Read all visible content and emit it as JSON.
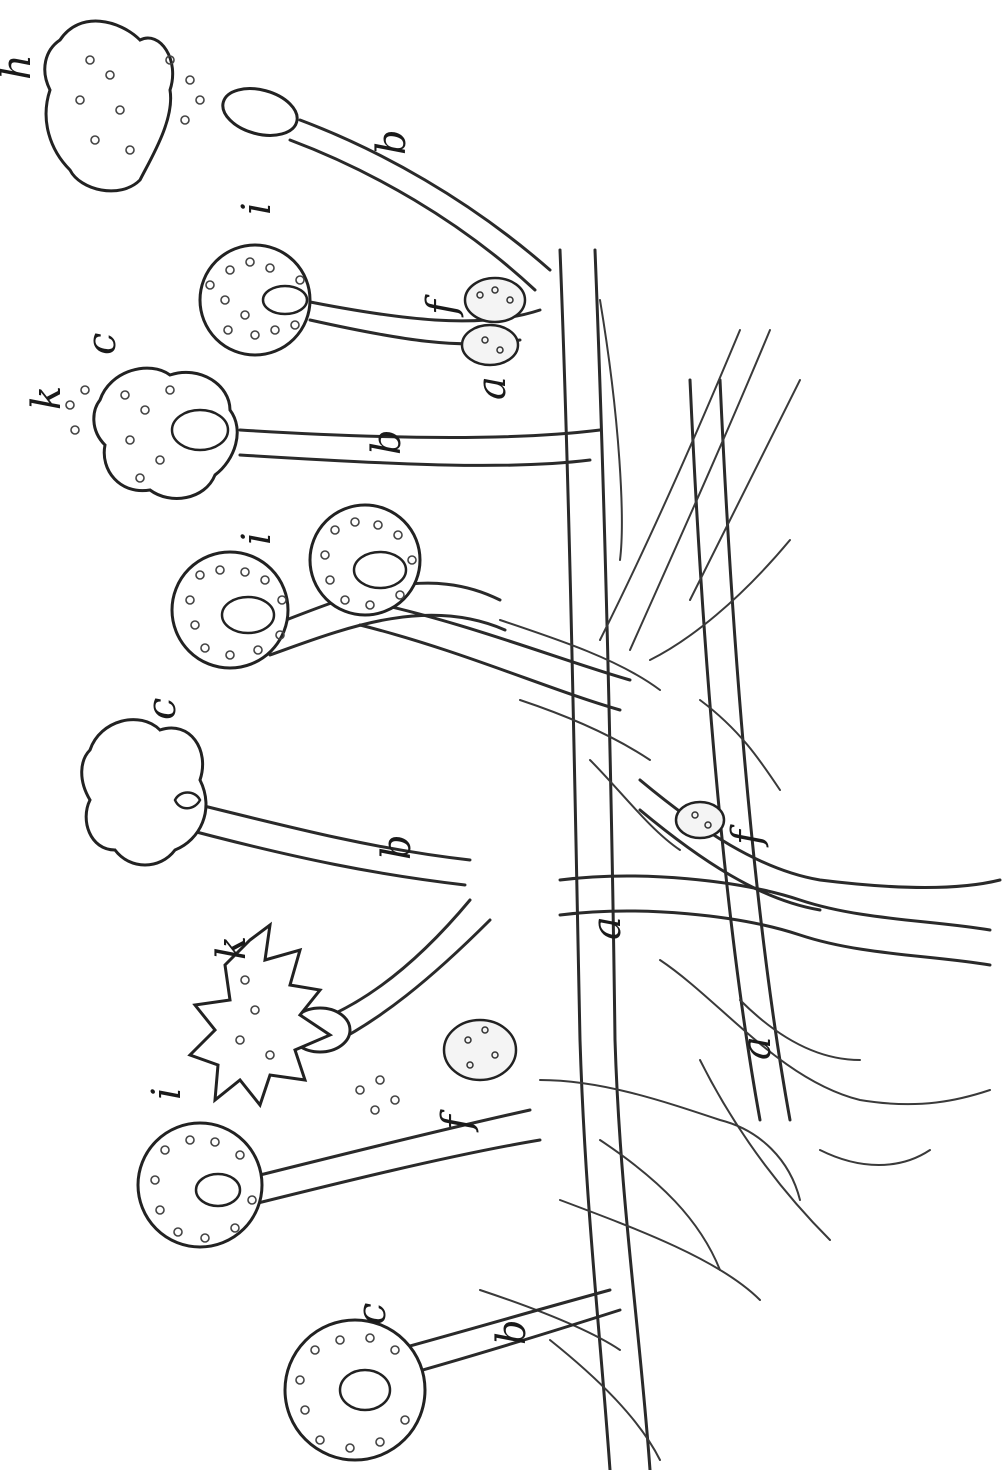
{
  "figure": {
    "labels": [
      {
        "id": "h",
        "text": "h"
      },
      {
        "id": "b1",
        "text": "b"
      },
      {
        "id": "i1",
        "text": "i"
      },
      {
        "id": "f1",
        "text": "f"
      },
      {
        "id": "c1",
        "text": "c"
      },
      {
        "id": "k1",
        "text": "k"
      },
      {
        "id": "b2",
        "text": "b"
      },
      {
        "id": "a1",
        "text": "a"
      },
      {
        "id": "i2",
        "text": "i"
      },
      {
        "id": "c2",
        "text": "c"
      },
      {
        "id": "b3",
        "text": "b"
      },
      {
        "id": "f2",
        "text": "f"
      },
      {
        "id": "a2",
        "text": "a"
      },
      {
        "id": "k2",
        "text": "k"
      },
      {
        "id": "f3",
        "text": "f"
      },
      {
        "id": "a3",
        "text": "a"
      },
      {
        "id": "i3",
        "text": "i"
      },
      {
        "id": "c3",
        "text": "c"
      },
      {
        "id": "b4",
        "text": "b"
      }
    ]
  }
}
